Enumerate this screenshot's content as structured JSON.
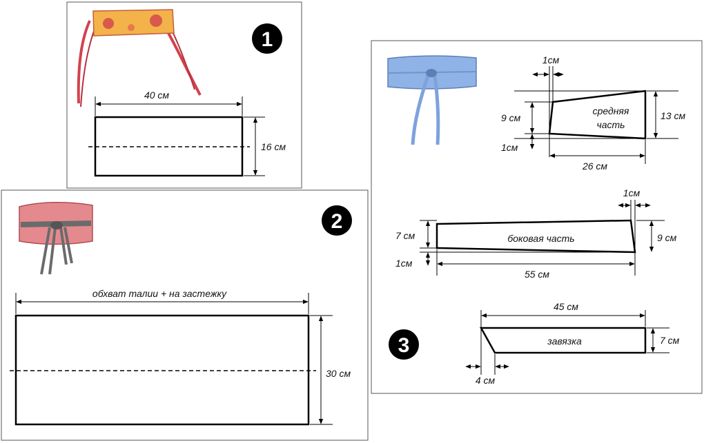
{
  "panel1": {
    "badge": "1",
    "width_label": "40 см",
    "height_label": "16 см"
  },
  "panel2": {
    "badge": "2",
    "width_label": "обхват талии + на застежку",
    "height_label": "30 см"
  },
  "panel3": {
    "badge": "3",
    "middle": {
      "name_line1": "средняя",
      "name_line2": "часть",
      "offset_top_label": "1см",
      "left_height_label": "9 см",
      "offset_bottom_label": "1см",
      "right_height_label": "13 см",
      "width_label": "26 см"
    },
    "side": {
      "name": "боковая часть",
      "offset_top_label": "1см",
      "left_height_label": "7 см",
      "offset_bottom_label": "1см",
      "right_height_label": "9 см",
      "width_label": "55 см"
    },
    "tie": {
      "name": "завязка",
      "width_label": "45 см",
      "height_label": "7 см",
      "bevel_label": "4 см"
    }
  },
  "colors": {
    "belt1_fabric": "#f4b24a",
    "belt1_ties": "#d2424e",
    "belt2_fabric": "#e48a8f",
    "belt2_ties": "#6b6b6b",
    "belt3_fabric": "#8fb3e6"
  }
}
